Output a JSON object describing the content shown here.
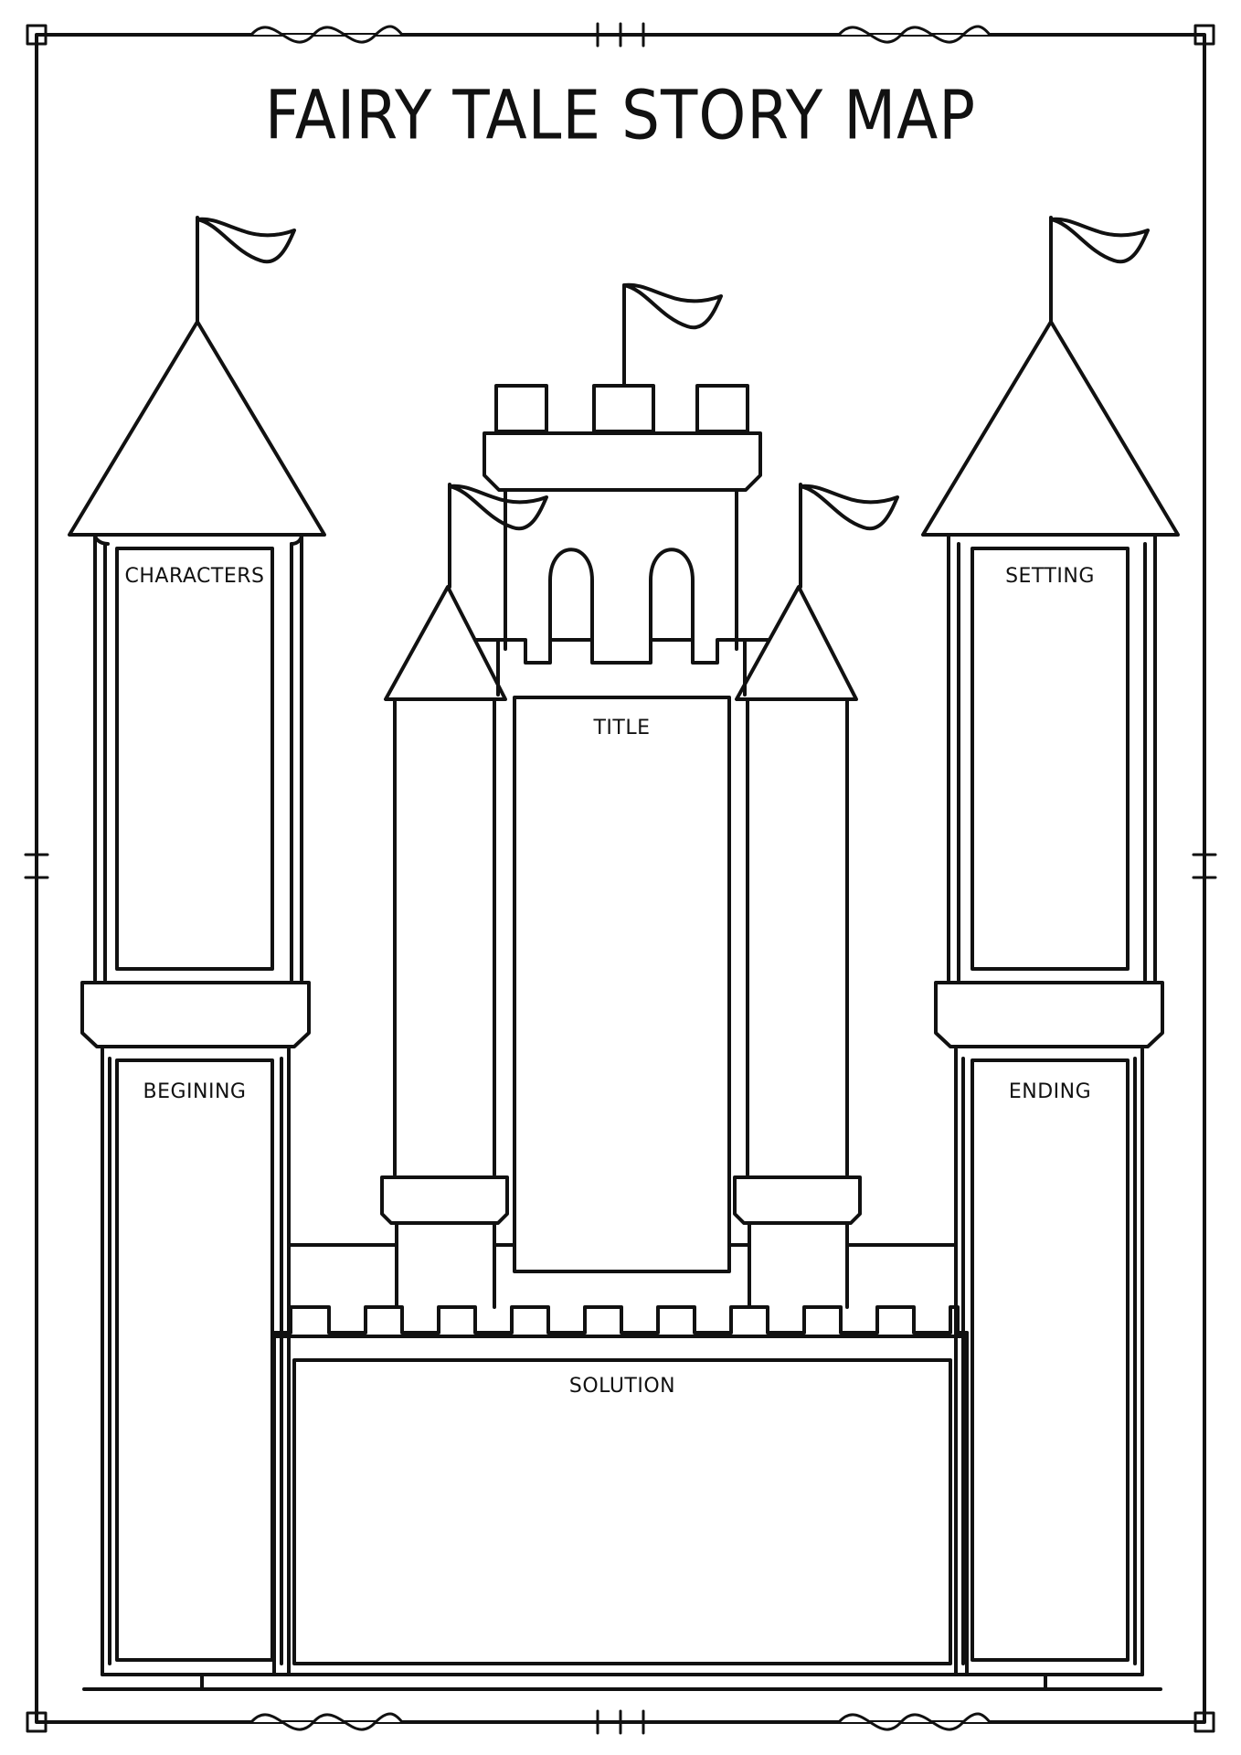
{
  "title": "FAIRY TALE STORY MAP",
  "labels": {
    "characters": "CHARACTERS",
    "setting": "SETTING",
    "title": "TITLE",
    "beginning": "BEGINING",
    "ending": "ENDING",
    "solution": "SOLUTION"
  },
  "colors": {
    "ink": "#111111",
    "paper": "#ffffff"
  }
}
